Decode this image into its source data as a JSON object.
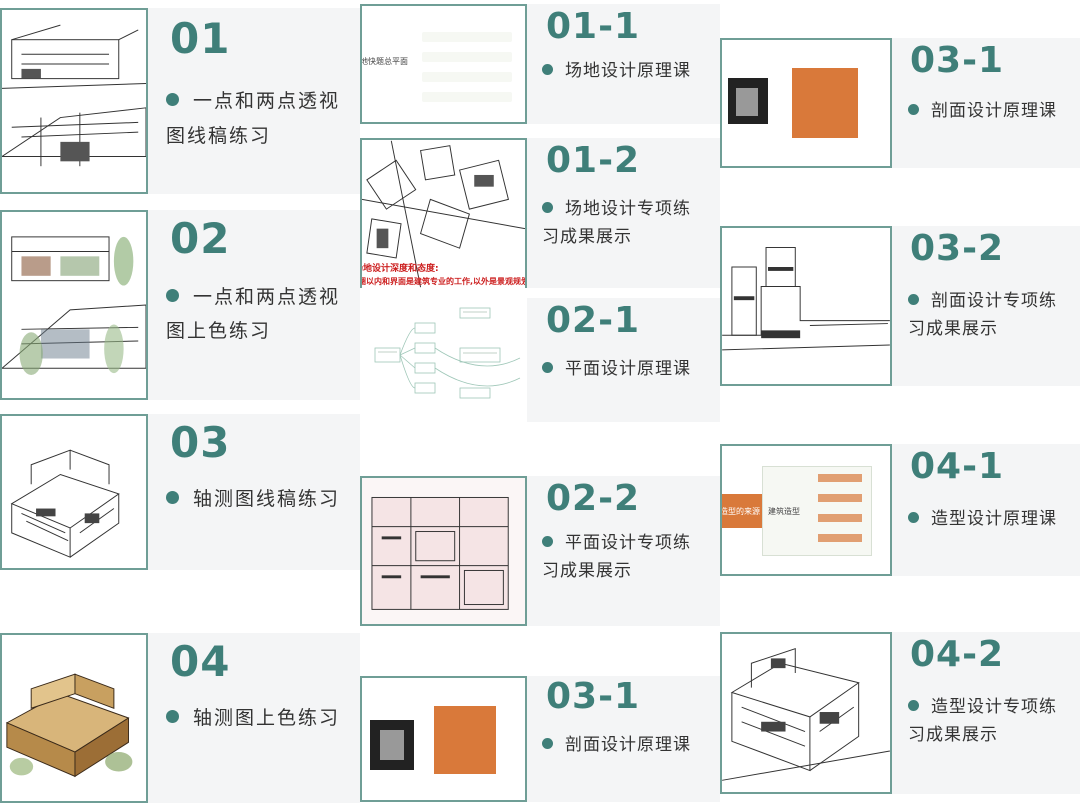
{
  "cards": {
    "c01": {
      "num": "01",
      "line1": "一点和两点透视",
      "line2": "图线稿练习"
    },
    "c02": {
      "num": "02",
      "line1": "一点和两点透视",
      "line2": "图上色练习"
    },
    "c03": {
      "num": "03",
      "line1": "轴测图线稿练习"
    },
    "c04": {
      "num": "04",
      "line1": "轴测图上色练习"
    },
    "c011": {
      "num": "01-1",
      "line1": "场地设计原理课"
    },
    "c012": {
      "num": "01-2",
      "line1": "场地设计专项练",
      "line2": "习成果展示"
    },
    "c021": {
      "num": "02-1",
      "line1": "平面设计原理课"
    },
    "c022": {
      "num": "02-2",
      "line1": "平面设计专项练",
      "line2": "习成果展示"
    },
    "c031b": {
      "num": "03-1",
      "line1": "剖面设计原理课"
    },
    "c031": {
      "num": "03-1",
      "line1": "剖面设计原理课"
    },
    "c032": {
      "num": "03-2",
      "line1": "剖面设计专项练",
      "line2": "习成果展示"
    },
    "c041": {
      "num": "04-1",
      "line1": "造型设计原理课"
    },
    "c042": {
      "num": "04-2",
      "line1": "造型设计专项练",
      "line2": "习成果展示"
    }
  },
  "thumb_text": {
    "site_plan_title": "场地快题总平面",
    "red_title": "场地设计深度和态度:",
    "red_body": "圈以内和界面是建筑专业的工作,以外是景观规划专业的工作的规范",
    "form_left": "造型的来源",
    "form_center": "建筑造型"
  },
  "colors": {
    "accent": "#3f7f79",
    "border": "#6f9e96",
    "card_bg": "#f4f5f6",
    "orange": "#d9793a",
    "dark_board": "#3c4841"
  }
}
